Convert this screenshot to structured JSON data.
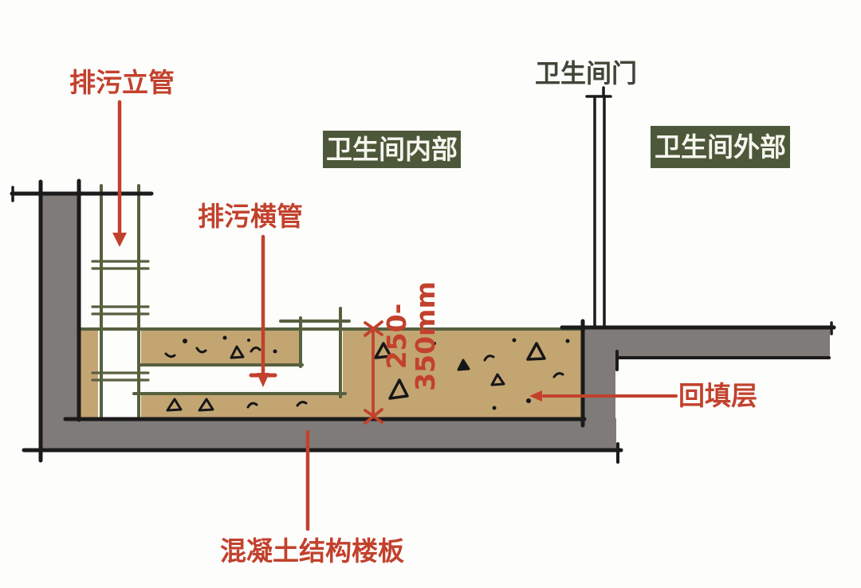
{
  "diagram": {
    "kind": "sunken-bathroom-floor-cross-section",
    "labels": {
      "soil_stack": "排污立管",
      "horizontal_drain": "排污横管",
      "door": "卫生间门",
      "inside_badge": "卫生间内部",
      "outside_badge": "卫生间外部",
      "backfill": "回填层",
      "slab": "混凝土结构楼板",
      "depth": "250-350mm"
    },
    "colors": {
      "annotation_red": "#c2412c",
      "badge_green": "#4c5839",
      "pipe_olive": "#57603f",
      "backfill_tan": "#c3a572",
      "concrete_gray": "#7e7b79",
      "line_black": "#1b1b1b",
      "door_label_dark": "#3f4635",
      "background": "#fdfdfc"
    }
  }
}
